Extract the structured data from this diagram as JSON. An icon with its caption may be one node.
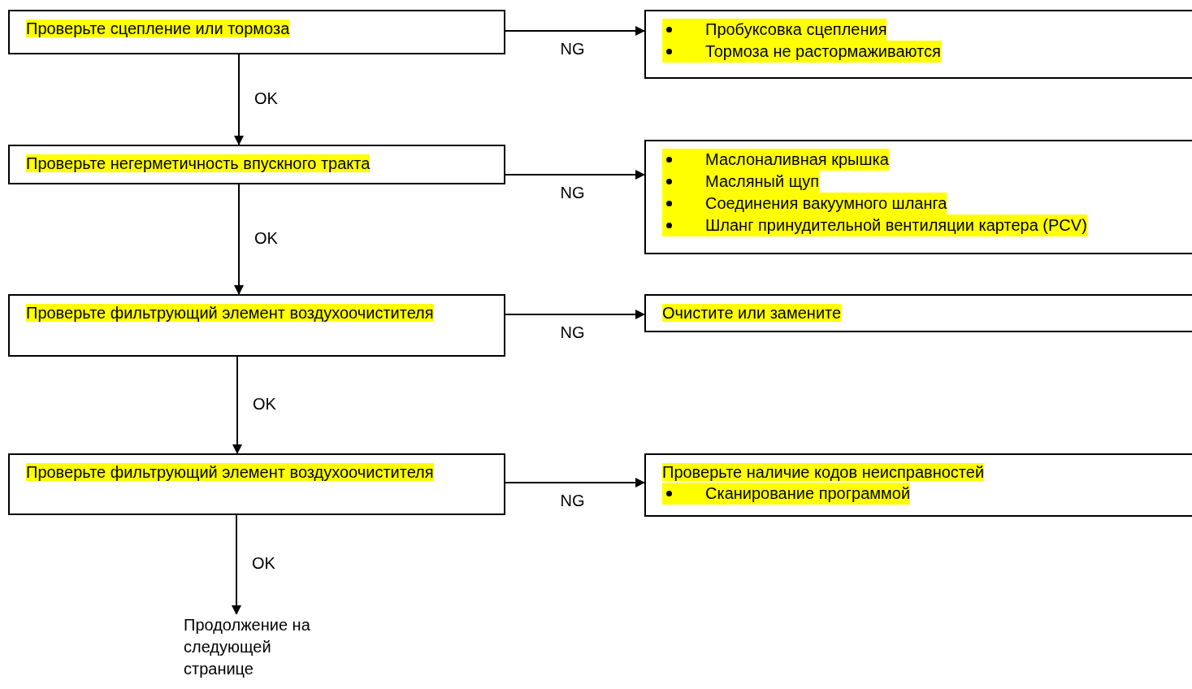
{
  "diagram": {
    "nodes": [
      {
        "text": [
          "Проверьте сцепление или тормоза"
        ]
      },
      {
        "text": [
          "Пробуксовка сцепления",
          "Тормоза не растормаживаются"
        ]
      },
      {
        "text": [
          "Проверьте негерметичность впускного тракта"
        ]
      },
      {
        "text": [
          "Маслоналивная крышка",
          "Масляный щуп",
          "Соединения вакуумного шланга",
          "Шланг принудительной вентиляции картера (PCV)"
        ]
      },
      {
        "text": [
          "Проверьте фильтрующий элемент воздухоочистителя"
        ]
      },
      {
        "text": [
          "Очистите или замените"
        ]
      },
      {
        "text": [
          "Проверьте фильтрующий элемент воздухоочистителя"
        ]
      },
      {
        "text": [
          "Проверьте наличие кодов неисправностей",
          "Сканирование программой"
        ]
      },
      {
        "text": [
          "Продолжение на следующей странице"
        ]
      }
    ],
    "edges": [
      {
        "from": 0,
        "to": 1,
        "arrow": "to",
        "label": "NG"
      },
      {
        "from": 0,
        "to": 2,
        "arrow": "to",
        "label": "OK"
      },
      {
        "from": 2,
        "to": 3,
        "arrow": "to",
        "label": "NG"
      },
      {
        "from": 2,
        "to": 4,
        "arrow": "to",
        "label": "OK"
      },
      {
        "from": 4,
        "to": 5,
        "arrow": "to",
        "label": "NG"
      },
      {
        "from": 4,
        "to": 6,
        "arrow": "to",
        "label": "OK"
      },
      {
        "from": 6,
        "to": 7,
        "arrow": "to",
        "label": "NG"
      },
      {
        "from": 6,
        "to": 8,
        "arrow": "to",
        "label": "OK"
      }
    ]
  }
}
